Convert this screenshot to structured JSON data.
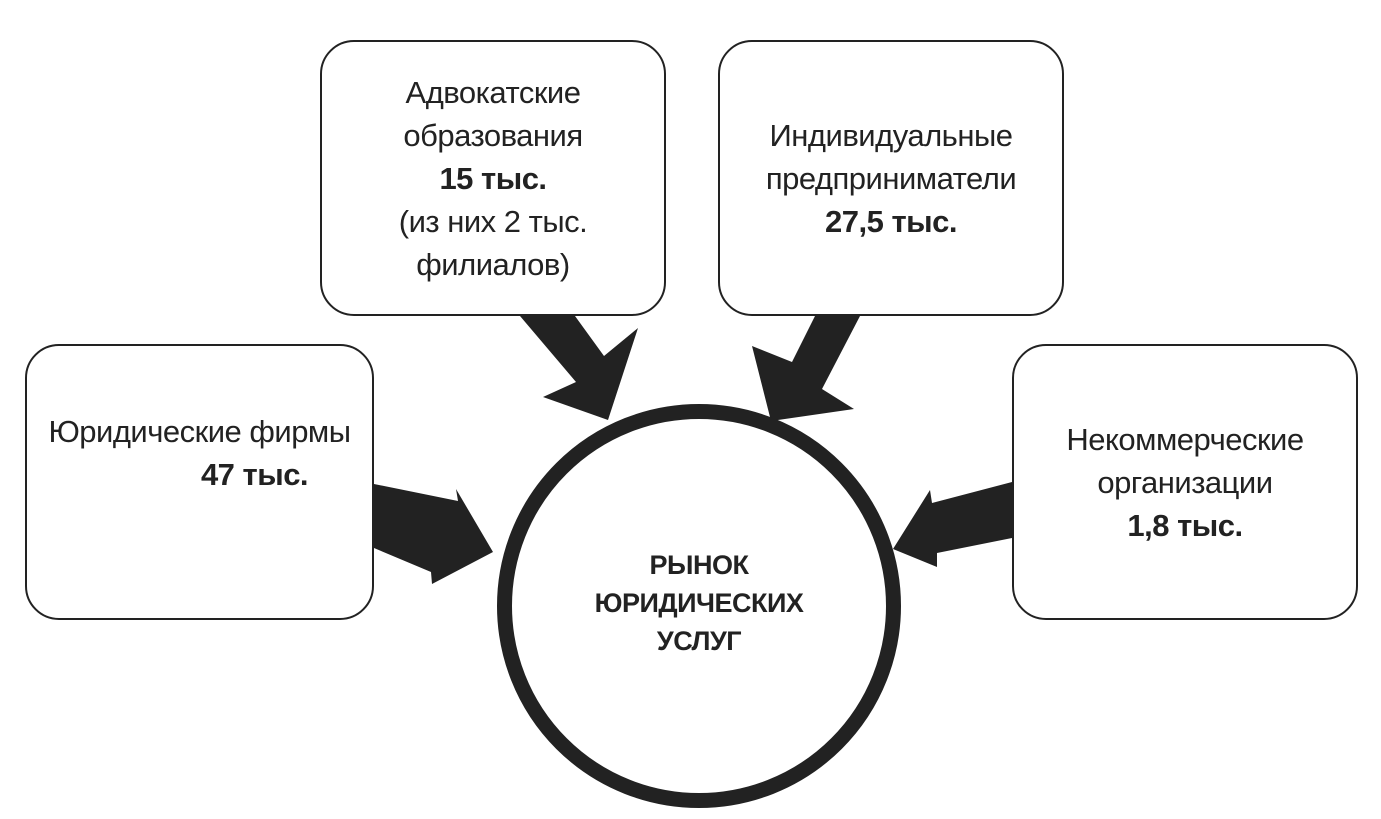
{
  "colors": {
    "ink": "#222222",
    "background": "#ffffff"
  },
  "center": {
    "label": "РЫНОК ЮРИДИЧЕСКИХ УСЛУГ"
  },
  "boxes": {
    "advocate": {
      "lines": [
        "Адвокатские",
        "образования"
      ],
      "value": "15 тыс.",
      "note_lines": [
        "(из них 2 тыс.",
        "филиалов)"
      ]
    },
    "entrepreneurs": {
      "lines": [
        "Индивидуальные",
        "предприниматели"
      ],
      "value": "27,5 тыс."
    },
    "law_firms": {
      "lines": [
        "Юридические фирмы"
      ],
      "value": "47 тыс."
    },
    "nonprofits": {
      "lines": [
        "Некоммерческие",
        "организации"
      ],
      "value": "1,8 тыс."
    }
  }
}
